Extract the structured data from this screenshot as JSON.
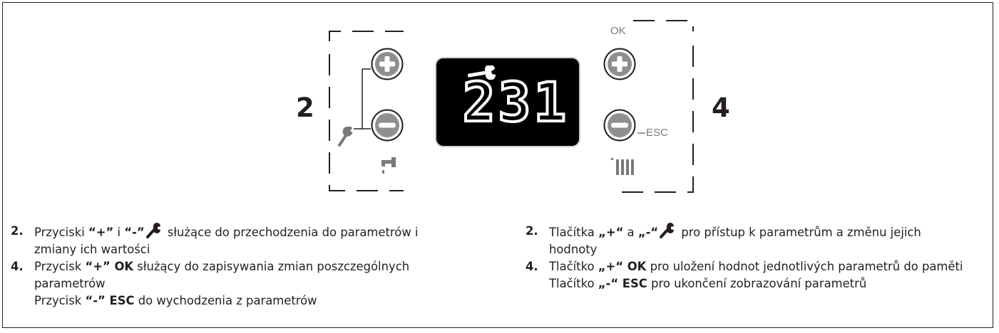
{
  "panel": {
    "left_group_number": "2",
    "right_group_number": "4",
    "display_value": "231",
    "ok_label": "OK",
    "esc_label": "ESC",
    "icons": {
      "wrench": "wrench-icon",
      "tap": "tap-icon",
      "radiator": "radiator-icon",
      "plus": "plus-icon",
      "minus": "minus-icon"
    }
  },
  "polish": {
    "items": [
      {
        "num": "2.",
        "pre": "Przyciski ",
        "q1": "“+”",
        "mid": " i ",
        "q2": "“-”",
        "post": " służące do przechodzenia do parametrów i zmiany ich wartości"
      },
      {
        "num": "4.",
        "pre": "Przycisk ",
        "q1": "“+” OK",
        "post": " służący do zapisywania zmian poszczególnych parametrów",
        "line2_pre": "Przycisk ",
        "line2_q": "“-” ESC",
        "line2_post": " do wychodzenia z parametrów"
      }
    ]
  },
  "czech": {
    "items": [
      {
        "num": "2.",
        "pre": "Tlačítka ",
        "q1": "„+“",
        "mid": " a ",
        "q2": "„-“",
        "post": " pro přístup k parametrům a změnu jejich hodnoty"
      },
      {
        "num": "4.",
        "pre": "Tlačítko ",
        "q1": "„+“ OK",
        "post": " pro uložení hodnot jednotlivých parametrů do paměti",
        "line2_pre": "Tlačítko ",
        "line2_q": "„-“ ESC",
        "line2_post": " pro ukončení zobrazování parametrů"
      }
    ]
  }
}
